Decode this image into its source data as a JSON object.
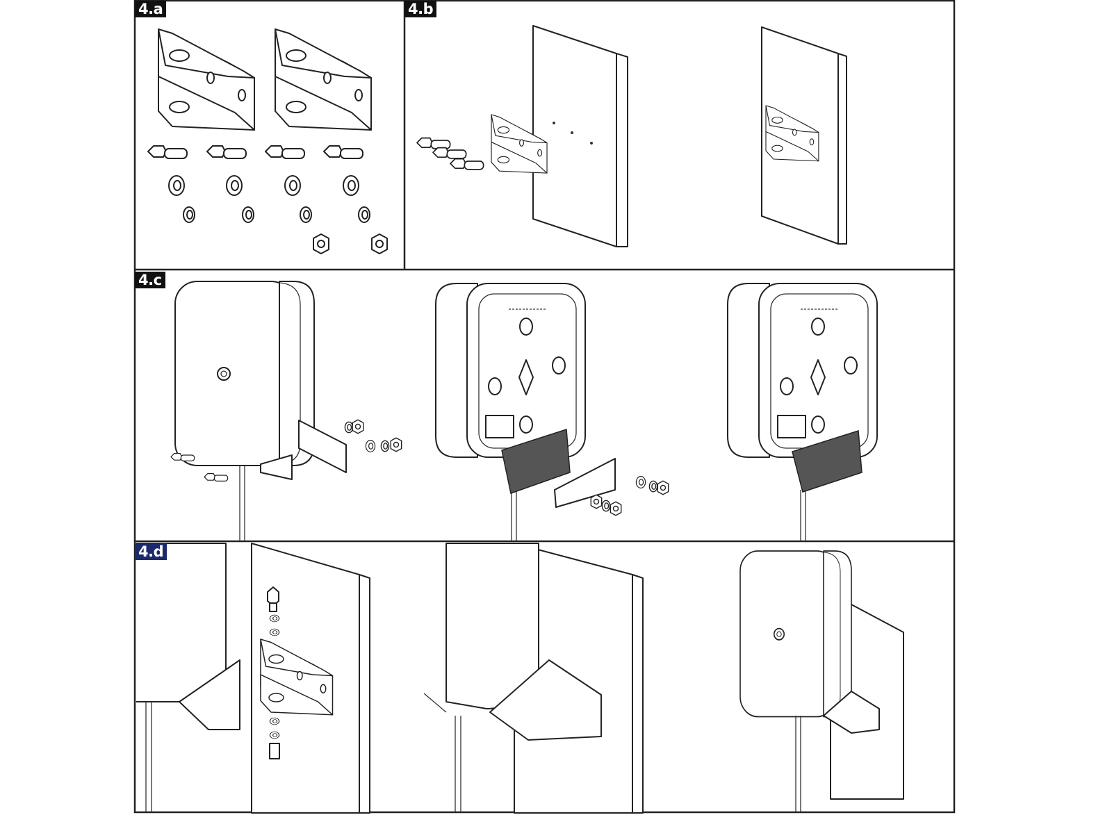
{
  "panels": [
    {
      "id": "a",
      "label": "4.a"
    },
    {
      "id": "b",
      "label": "4.b"
    },
    {
      "id": "c",
      "label": "4.c"
    },
    {
      "id": "d",
      "label": "4.d"
    }
  ],
  "colors": {
    "label_bg": "#111111",
    "label_bg_d": "#1c2a6b",
    "frame": "#222222"
  }
}
